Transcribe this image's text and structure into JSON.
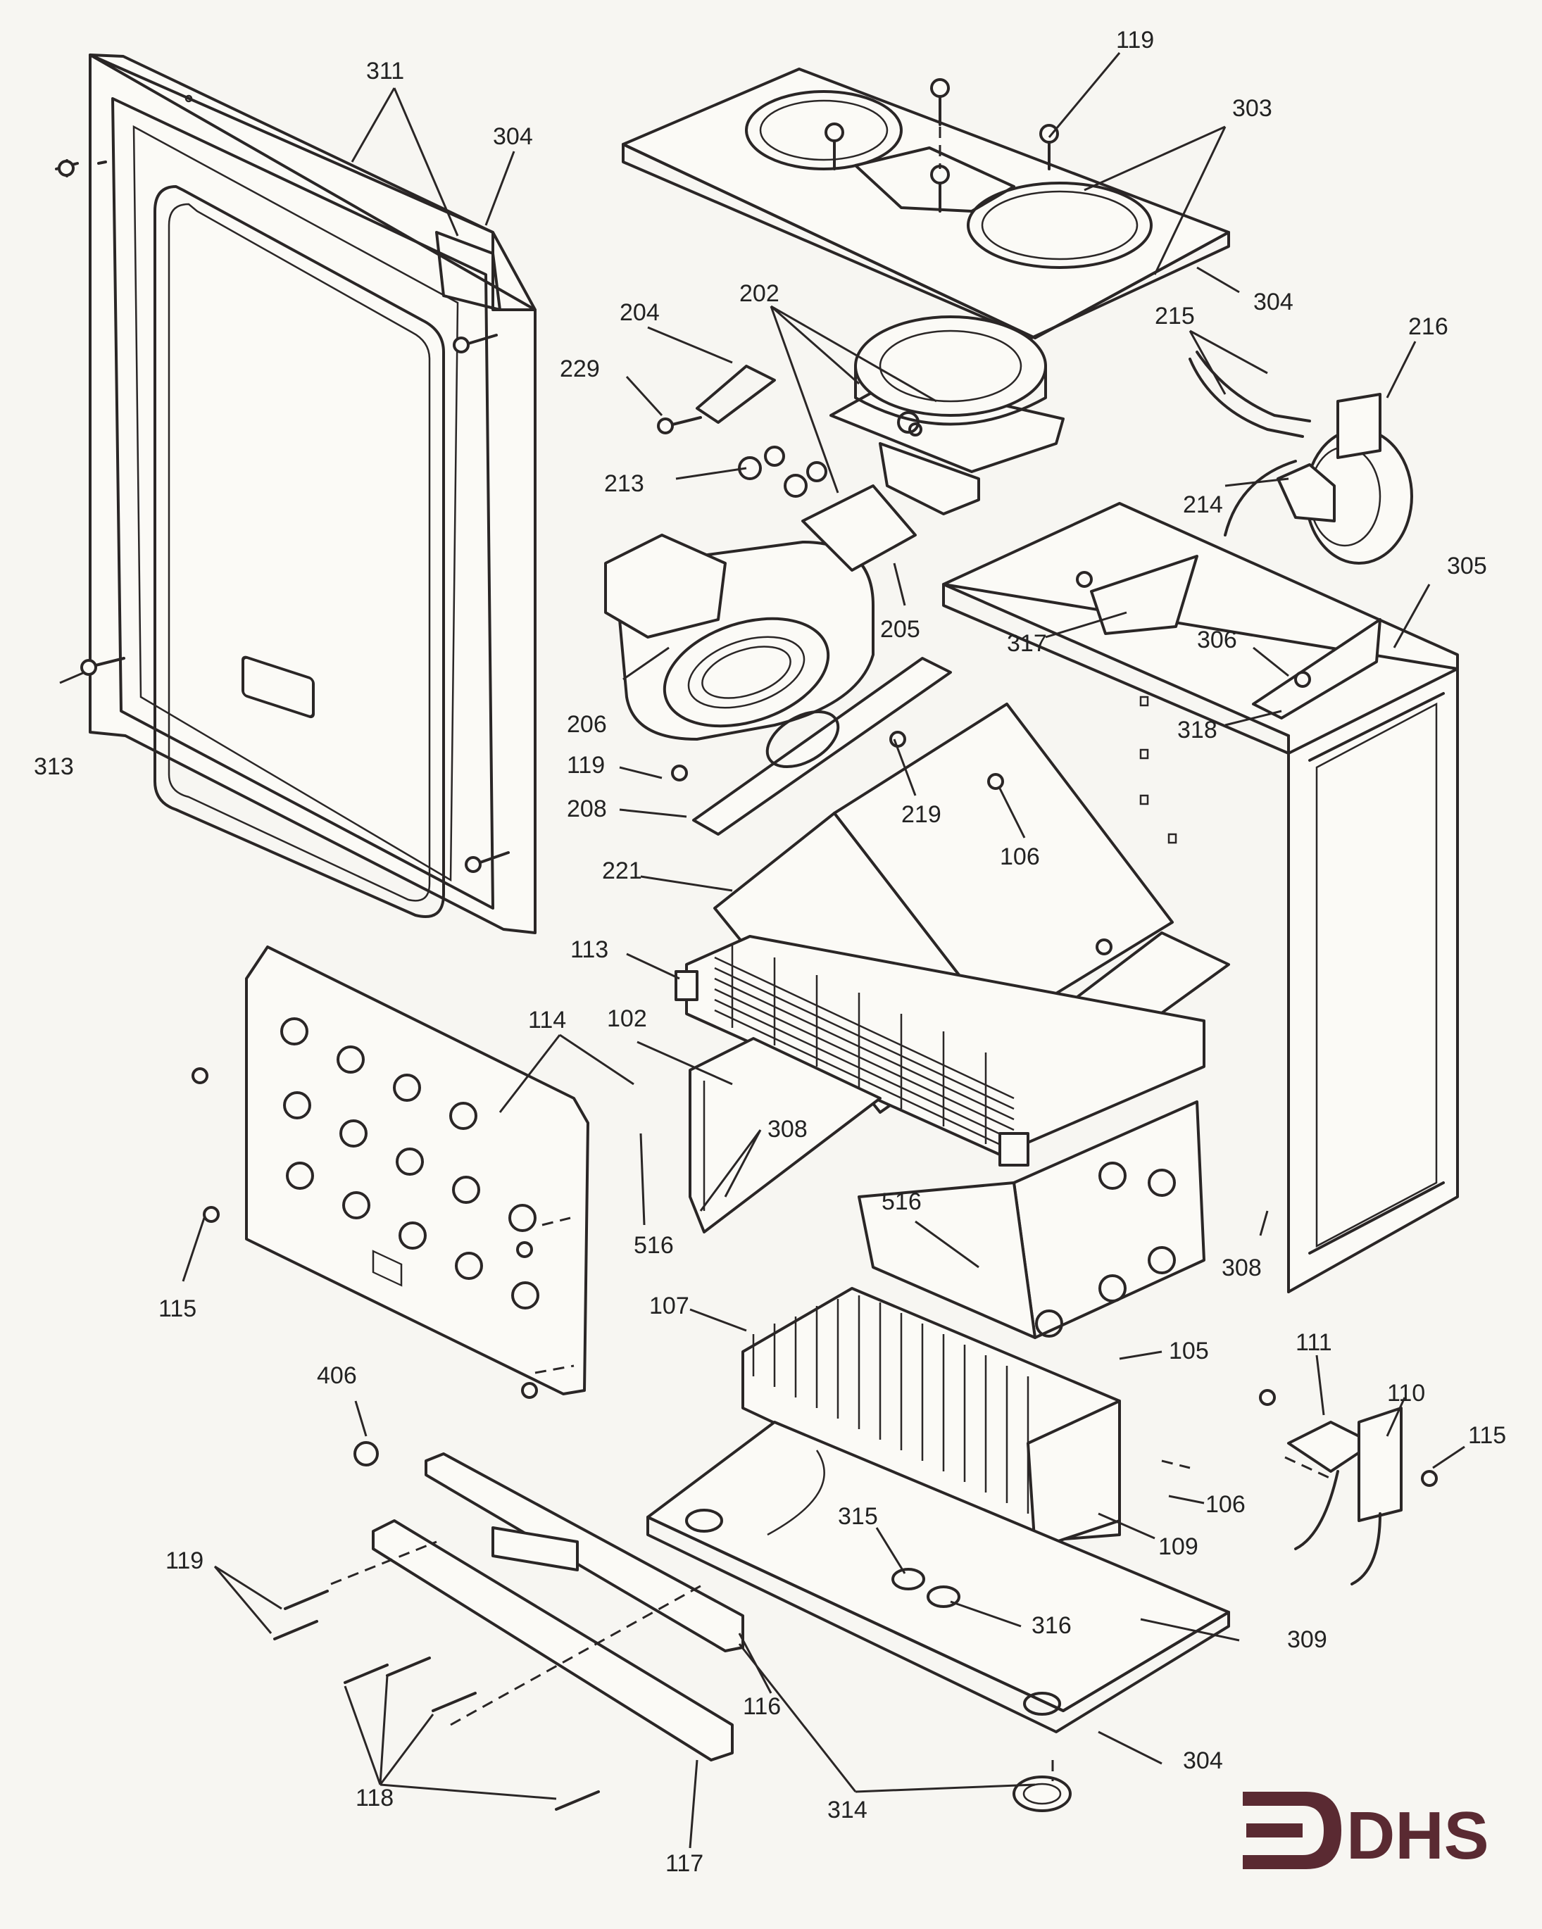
{
  "diagram": {
    "brand": {
      "text": "DHS",
      "color": "#5a2a32"
    },
    "labels": {
      "l311": "311",
      "l304a": "304",
      "l119a": "119",
      "l303": "303",
      "l304b": "304",
      "l202": "202",
      "l204": "204",
      "l229": "229",
      "l213": "213",
      "l215": "215",
      "l216": "216",
      "l214": "214",
      "l305": "305",
      "l205": "205",
      "l317": "317",
      "l306": "306",
      "l318": "318",
      "l206": "206",
      "l313": "313",
      "l119b": "119",
      "l208": "208",
      "l219": "219",
      "l106a": "106",
      "l221": "221",
      "l113": "113",
      "l114": "114",
      "l102": "102",
      "l308a": "308",
      "l516a": "516",
      "l115a": "115",
      "l516b": "516",
      "l308b": "308",
      "l107": "107",
      "l105": "105",
      "l111": "111",
      "l110": "110",
      "l115b": "115",
      "l406": "406",
      "l106b": "106",
      "l109": "109",
      "l315": "315",
      "l119c": "119",
      "l316": "316",
      "l309": "309",
      "l116": "116",
      "l304c": "304",
      "l118": "118",
      "l314": "314",
      "l117": "117"
    }
  }
}
